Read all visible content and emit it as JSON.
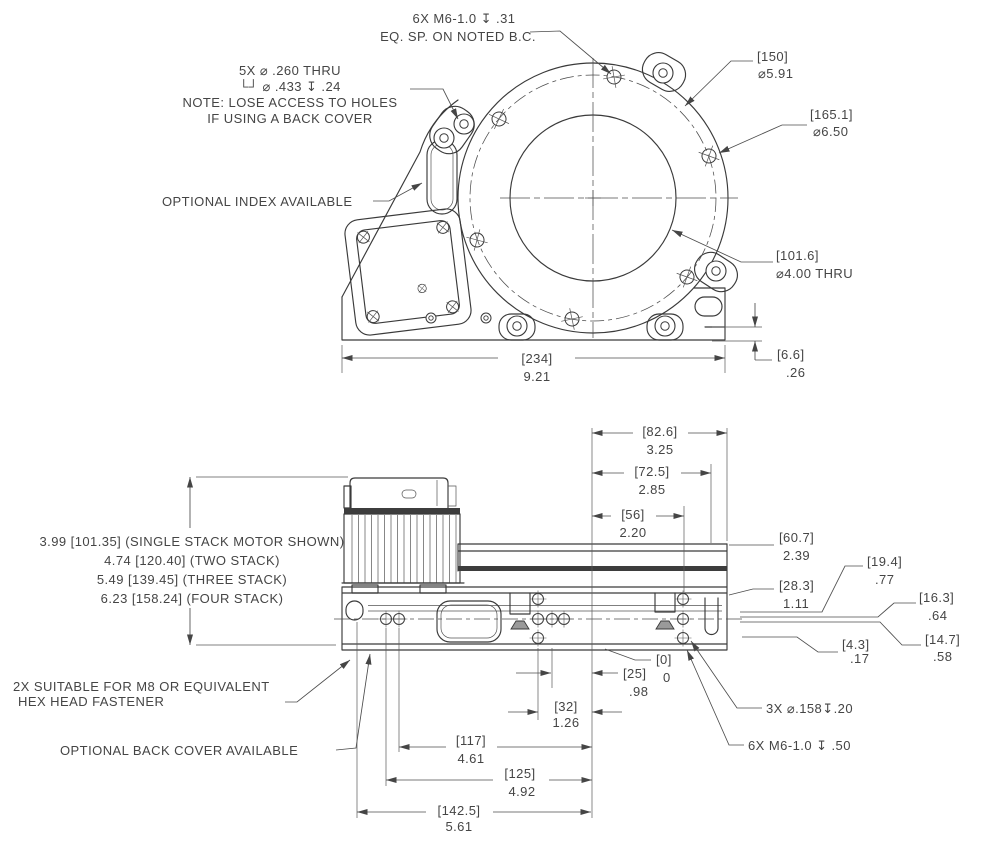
{
  "drawing": {
    "top_view": {
      "callout_6x_m6": [
        "6X M6-1.0 ↧ .31",
        "EQ. SP. ON NOTED B.C."
      ],
      "callout_5x": [
        "5X ⌀ .260 THRU",
        "└┘ ⌀ .433 ↧ .24",
        "NOTE: LOSE ACCESS TO HOLES",
        "IF USING A BACK COVER"
      ],
      "callout_index": "OPTIONAL INDEX AVAILABLE",
      "dim_bolt_circle": [
        "[150]",
        "⌀5.91"
      ],
      "dim_outer": [
        "[165.1]",
        "⌀6.50"
      ],
      "dim_bore": [
        "[101.6]",
        "⌀4.00  THRU"
      ],
      "dim_lip": [
        "[6.6]",
        ".26"
      ],
      "dim_width": [
        "[234]",
        "9.21"
      ]
    },
    "side_view": {
      "stack_heights": [
        "3.99 [101.35] (SINGLE STACK MOTOR SHOWN)",
        "4.74 [120.40] (TWO STACK)",
        "5.49 [139.45] (THREE STACK)",
        "6.23 [158.24] (FOUR STACK)"
      ],
      "callout_m8": [
        "2X SUITABLE FOR M8 OR EQUIVALENT",
        "HEX HEAD FASTENER"
      ],
      "callout_back_cover": "OPTIONAL BACK COVER AVAILABLE",
      "callout_3x": "3X ⌀.158↧.20",
      "callout_6x": "6X M6-1.0 ↧ .50",
      "dim_82_6": [
        "[82.6]",
        "3.25"
      ],
      "dim_72_5": [
        "[72.5]",
        "2.85"
      ],
      "dim_56": [
        "[56]",
        "2.20"
      ],
      "dim_60_7": [
        "[60.7]",
        "2.39"
      ],
      "dim_28_3": [
        "[28.3]",
        "1.11"
      ],
      "dim_19_4": [
        "[19.4]",
        ".77"
      ],
      "dim_16_3": [
        "[16.3]",
        ".64"
      ],
      "dim_14_7": [
        "[14.7]",
        ".58"
      ],
      "dim_4_3": [
        "[4.3]",
        ".17"
      ],
      "dim_0": [
        "[0]",
        "0"
      ],
      "dim_25": [
        "[25]",
        ".98"
      ],
      "dim_32": [
        "[32]",
        "1.26"
      ],
      "dim_117": [
        "[117]",
        "4.61"
      ],
      "dim_125": [
        "[125]",
        "4.92"
      ],
      "dim_142_5": [
        "[142.5]",
        "5.61"
      ]
    }
  }
}
